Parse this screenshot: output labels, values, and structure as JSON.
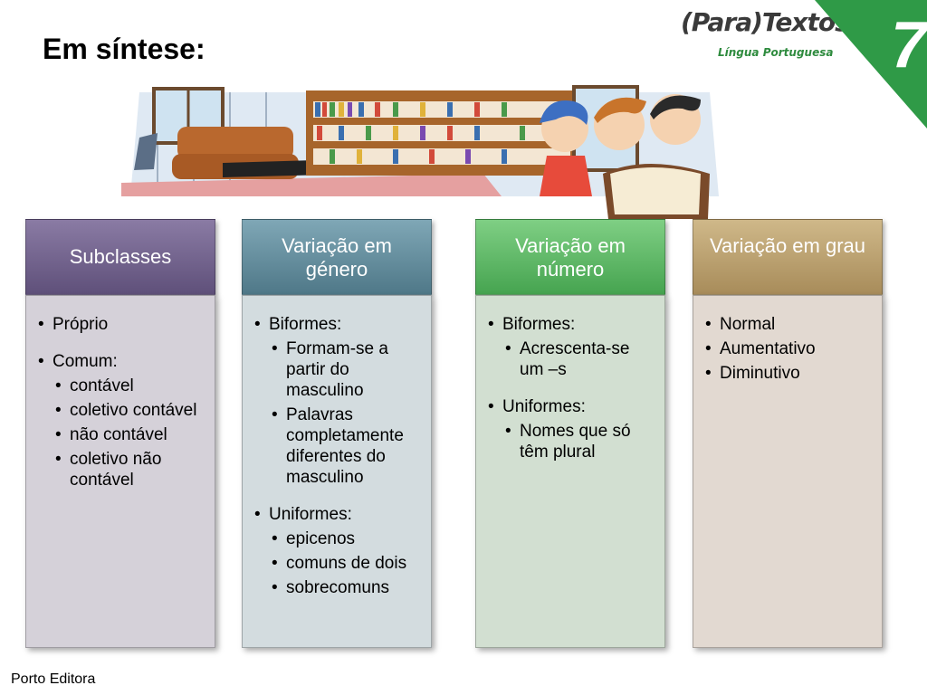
{
  "title": "Em síntese:",
  "footer": "Porto Editora",
  "logo": {
    "brand": "(Para)Textos",
    "subtitle": "Língua Portuguesa",
    "grade": "7"
  },
  "colors": {
    "subclasses": "#6e5f86",
    "genero": "#5f8a9a",
    "numero": "#5ab462",
    "grau": "#b59b6a"
  },
  "columns": [
    {
      "header": "Subclasses",
      "items": [
        {
          "text": "Próprio",
          "sub": []
        },
        {
          "text": "Comum:",
          "sub": [
            "contável",
            "coletivo contável",
            "não contável",
            "coletivo não contável"
          ]
        }
      ]
    },
    {
      "header": "Variação em género",
      "items": [
        {
          "text": "Biformes:",
          "sub": [
            "Formam-se a partir do masculino",
            "Palavras completamente diferentes do masculino"
          ]
        },
        {
          "text": "Uniformes:",
          "sub": [
            "epicenos",
            "comuns de dois",
            "sobrecomuns"
          ]
        }
      ]
    },
    {
      "header": "Variação em número",
      "items": [
        {
          "text": "Biformes:",
          "sub": [
            "Acrescenta-se um –s"
          ]
        },
        {
          "text": "Uniformes:",
          "sub": [
            "Nomes que só têm plural"
          ]
        }
      ]
    },
    {
      "header": "Variação em grau",
      "items": [
        {
          "text": "Normal",
          "sub": []
        },
        {
          "text": "Aumentativo",
          "sub": []
        },
        {
          "text": "Diminutivo",
          "sub": []
        }
      ]
    }
  ]
}
